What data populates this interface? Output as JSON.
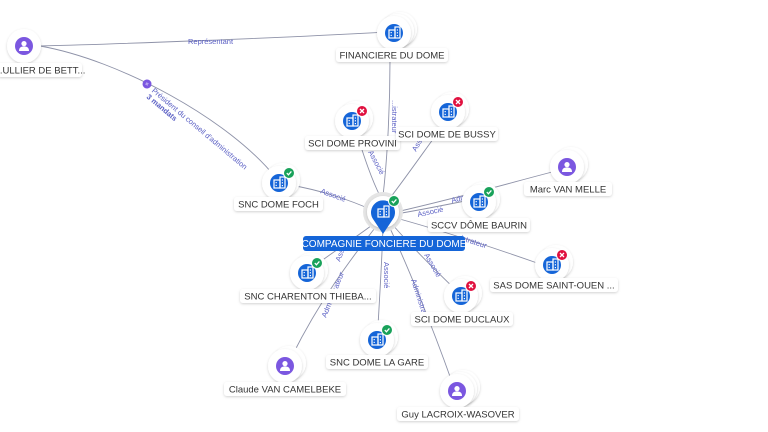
{
  "center": {
    "label": "COMPAGNIE FONCIERE DU DOME",
    "type": "company"
  },
  "nodes": [
    {
      "id": "cvd_bett",
      "label": "...ULLIER DE BETT...",
      "type": "person",
      "status": "none"
    },
    {
      "id": "financiere",
      "label": "FINANCIERE DU DOME",
      "type": "company",
      "status": "none"
    },
    {
      "id": "provini",
      "label": "SCI DOME PROVINI",
      "type": "company",
      "status": "closed"
    },
    {
      "id": "bussy",
      "label": "SCI DOME DE BUSSY",
      "type": "company",
      "status": "closed"
    },
    {
      "id": "foch",
      "label": "SNC DOME FOCH",
      "type": "company",
      "status": "active"
    },
    {
      "id": "marc",
      "label": "Marc VAN MELLE",
      "type": "person",
      "status": "none"
    },
    {
      "id": "baurin",
      "label": "SCCV DÔME BAURIN",
      "type": "company",
      "status": "active"
    },
    {
      "id": "st_ouen",
      "label": "SAS DOME SAINT-OUEN ...",
      "type": "company",
      "status": "closed"
    },
    {
      "id": "charenton",
      "label": "SNC CHARENTON THIEBA...",
      "type": "company",
      "status": "active"
    },
    {
      "id": "duclaux",
      "label": "SCI DOME DUCLAUX",
      "type": "company",
      "status": "closed"
    },
    {
      "id": "la_gare",
      "label": "SNC DOME LA GARE",
      "type": "company",
      "status": "active"
    },
    {
      "id": "claude",
      "label": "Claude VAN CAMELBEKE",
      "type": "person",
      "status": "none"
    },
    {
      "id": "guy",
      "label": "Guy LACROIX-WASOVER",
      "type": "person",
      "status": "none"
    }
  ],
  "edges": [
    {
      "id": "cvd_financiere",
      "label": "Représentant"
    },
    {
      "id": "cvd_foch",
      "label": "Président du conseil d'administration",
      "sublabel": "3 mandats"
    },
    {
      "id": "financiere_center",
      "label": "...istrateur"
    },
    {
      "id": "provini_center",
      "label": "Associé"
    },
    {
      "id": "bussy_center",
      "label": "Associé"
    },
    {
      "id": "foch_center",
      "label": "Associé"
    },
    {
      "id": "baurin_center",
      "label": "Associé"
    },
    {
      "id": "marc_center",
      "label": "Adm..."
    },
    {
      "id": "st_ouen_center",
      "label": "...istrateur"
    },
    {
      "id": "charenton_center",
      "label": "Associé"
    },
    {
      "id": "duclaux_center",
      "label": "Associé"
    },
    {
      "id": "la_gare_center",
      "label": "Associé"
    },
    {
      "id": "claude_center",
      "label": "Administrateur"
    },
    {
      "id": "guy_center",
      "label": "Administrateur"
    }
  ],
  "colors": {
    "company_icon": "#1565d8",
    "person_icon": "#7b57e0",
    "active_badge": "#19a25a",
    "closed_badge": "#e0113f",
    "edge_label": "#5a5fc4",
    "edge_line": "#8e92a8"
  }
}
